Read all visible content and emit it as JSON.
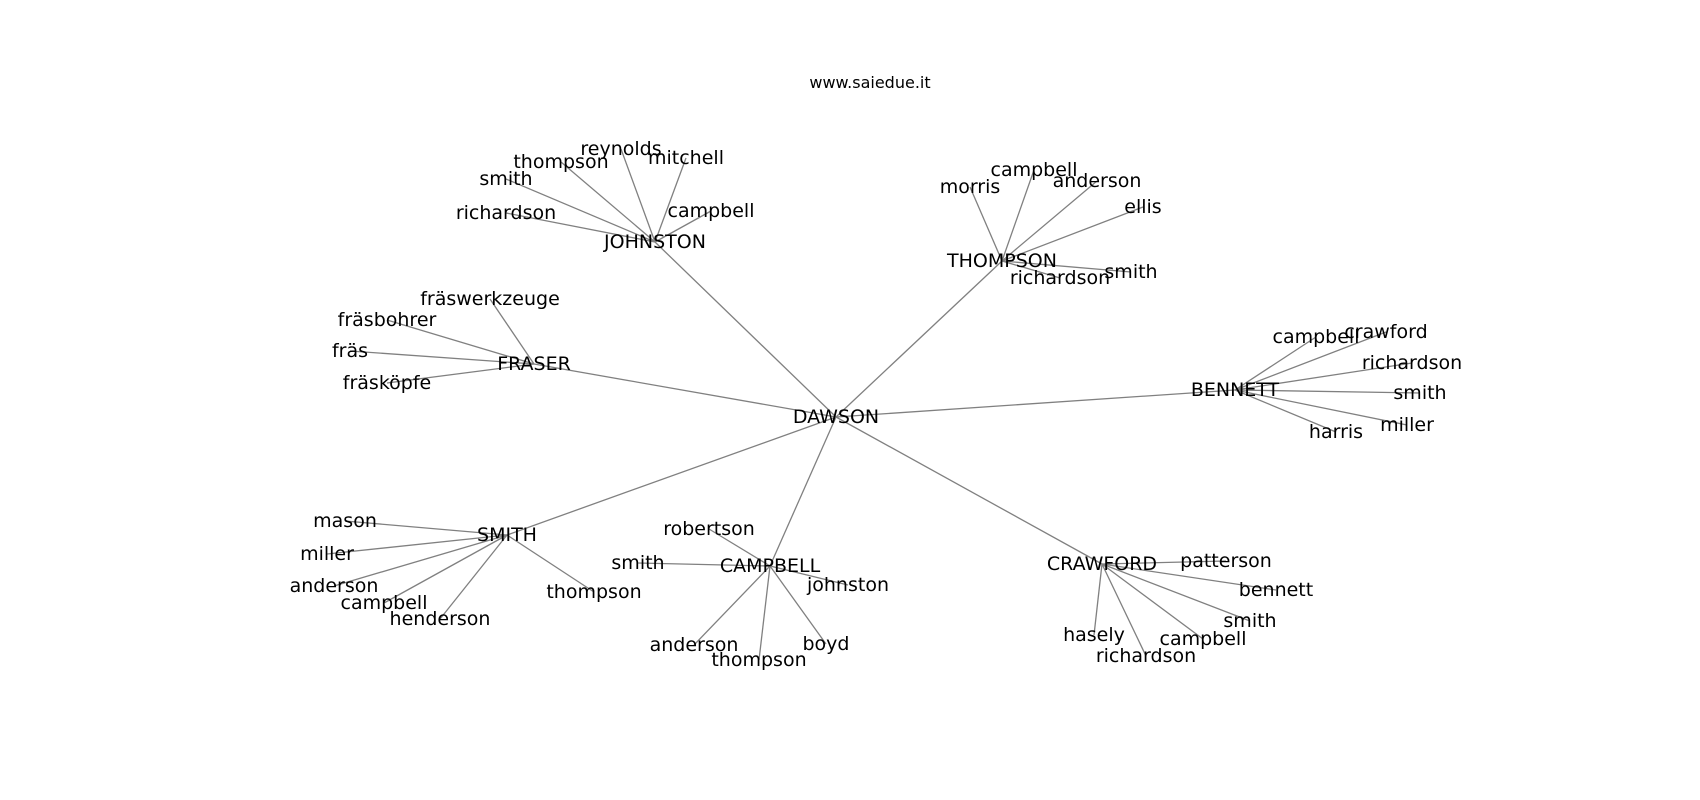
{
  "header": {
    "site": "www.saiedue.it"
  },
  "graph": {
    "root": "DAWSON",
    "clusters": [
      {
        "hub": "JOHNSTON",
        "leaves": [
          "reynolds",
          "thompson",
          "mitchell",
          "smith",
          "campbell",
          "richardson"
        ]
      },
      {
        "hub": "THOMPSON",
        "leaves": [
          "morris",
          "campbell",
          "anderson",
          "ellis",
          "smith",
          "richardson"
        ]
      },
      {
        "hub": "FRASER",
        "leaves": [
          "fräswerkzeuge",
          "fräsbohrer",
          "fräs",
          "fräsköpfe"
        ]
      },
      {
        "hub": "BENNETT",
        "leaves": [
          "campbell",
          "crawford",
          "richardson",
          "smith",
          "miller",
          "harris"
        ]
      },
      {
        "hub": "SMITH",
        "leaves": [
          "mason",
          "miller",
          "anderson",
          "campbell",
          "henderson",
          "thompson"
        ]
      },
      {
        "hub": "CAMPBELL",
        "leaves": [
          "robertson",
          "smith",
          "johnston",
          "anderson",
          "boyd",
          "thompson"
        ]
      },
      {
        "hub": "CRAWFORD",
        "leaves": [
          "patterson",
          "bennett",
          "smith",
          "campbell",
          "hasely",
          "richardson"
        ]
      }
    ]
  }
}
